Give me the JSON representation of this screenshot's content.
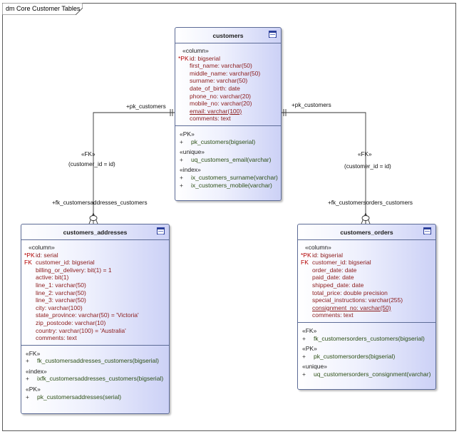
{
  "diagram": {
    "title": "dm Core Customer Tables"
  },
  "tables": {
    "customers": {
      "name": "customers",
      "column_stereo": "«column»",
      "columns": [
        {
          "mark": "*PK",
          "text": "id: bigserial"
        },
        {
          "mark": "",
          "text": "first_name: varchar(50)"
        },
        {
          "mark": "",
          "text": "middle_name: varchar(50)"
        },
        {
          "mark": "",
          "text": "surname: varchar(50)"
        },
        {
          "mark": "",
          "text": "date_of_birth: date"
        },
        {
          "mark": "",
          "text": "phone_no: varchar(20)"
        },
        {
          "mark": "",
          "text": "mobile_no: varchar(20)"
        },
        {
          "mark": "",
          "text": "email: varchar(100)",
          "underline": true
        },
        {
          "mark": "",
          "text": "comments: text"
        }
      ],
      "op_groups": [
        {
          "stereo": "«PK»",
          "ops": [
            "pk_customers(bigserial)"
          ]
        },
        {
          "stereo": "«unique»",
          "ops": [
            "uq_customers_email(varchar)"
          ]
        },
        {
          "stereo": "«index»",
          "ops": [
            "ix_customers_surname(varchar)",
            "ix_customers_mobile(varchar)"
          ]
        }
      ]
    },
    "customers_addresses": {
      "name": "customers_addresses",
      "column_stereo": "«column»",
      "columns": [
        {
          "mark": "*PK",
          "text": "id: serial"
        },
        {
          "mark": "FK",
          "text": "customer_id: bigserial"
        },
        {
          "mark": "",
          "text": "billing_or_delivery: bit(1) = 1"
        },
        {
          "mark": "",
          "text": "active: bit(1)"
        },
        {
          "mark": "",
          "text": "line_1: varchar(50)"
        },
        {
          "mark": "",
          "text": "line_2: varchar(50)"
        },
        {
          "mark": "",
          "text": "line_3: varchar(50)"
        },
        {
          "mark": "",
          "text": "city: varchar(100)"
        },
        {
          "mark": "",
          "text": "state_province: varchar(50) = 'Victoria'"
        },
        {
          "mark": "",
          "text": "zip_postcode: varchar(10)"
        },
        {
          "mark": "",
          "text": "country: varchar(100) = 'Australia'"
        },
        {
          "mark": "",
          "text": "comments: text"
        }
      ],
      "op_groups": [
        {
          "stereo": "«FK»",
          "ops": [
            "fk_customersaddresses_customers(bigserial)"
          ]
        },
        {
          "stereo": "«index»",
          "ops": [
            "ixfk_customersaddresses_customers(bigserial)"
          ]
        },
        {
          "stereo": "«PK»",
          "ops": [
            "pk_customersaddresses(serial)"
          ]
        }
      ]
    },
    "customers_orders": {
      "name": "customers_orders",
      "column_stereo": "«column»",
      "columns": [
        {
          "mark": "*PK",
          "text": "id: bigserial"
        },
        {
          "mark": "FK",
          "text": "customer_id: bigserial"
        },
        {
          "mark": "",
          "text": "order_date: date"
        },
        {
          "mark": "",
          "text": "paid_date: date"
        },
        {
          "mark": "",
          "text": "shipped_date: date"
        },
        {
          "mark": "",
          "text": "total_price: double precision"
        },
        {
          "mark": "",
          "text": "special_instructions: varchar(255)"
        },
        {
          "mark": "",
          "text": "consignment_no: varchar(50)",
          "underline": true
        },
        {
          "mark": "",
          "text": "comments: text"
        }
      ],
      "op_groups": [
        {
          "stereo": "«FK»",
          "ops": [
            "fk_customersorders_customers(bigserial)"
          ]
        },
        {
          "stereo": "«PK»",
          "ops": [
            "pk_customersorders(bigserial)"
          ]
        },
        {
          "stereo": "«unique»",
          "ops": [
            "uq_customersorders_consignment(varchar)"
          ]
        }
      ]
    }
  },
  "connectors": {
    "left": {
      "pk_role": "+pk_customers",
      "fk_stereo": "«FK»",
      "constraint": "(customer_id = id)",
      "fk_role": "+fk_customersaddresses_customers"
    },
    "right": {
      "pk_role": "+pk_customers",
      "fk_stereo": "«FK»",
      "constraint": "(customer_id = id)",
      "fk_role": "+fk_customersorders_customers"
    }
  },
  "colors": {
    "pk_fk_mark": "#b30000",
    "column_text": "#8b1a1a",
    "operation_text": "#2d5016",
    "border": "#5c6b96"
  },
  "icons": {
    "table_icon": "table-icon",
    "op_prefix": "+"
  }
}
